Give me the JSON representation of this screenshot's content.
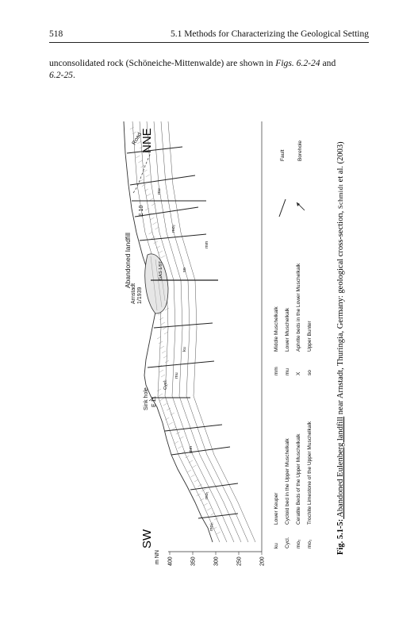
{
  "header": {
    "page_number": "518",
    "section": "5.1 Methods for Characterizing the Geological Setting"
  },
  "intro": {
    "text_before": "unconsolidated rock (Schöneiche-Mittenwalde) are shown in ",
    "figs_label": "Figs. 6.2-24",
    "text_and": " and",
    "figs_label2": "6.2-25",
    "text_end": "."
  },
  "figure": {
    "orientation_left": "SW",
    "orientation_right": "NNE",
    "axis": {
      "unit": "m NN",
      "ticks": [
        "400",
        "350",
        "300",
        "250",
        "200"
      ]
    },
    "labels": {
      "sink_hole": "Sink hole",
      "e11": "E 11",
      "e10": "E 10",
      "arnstadt": "Arnstadt",
      "arnstadt_year": "1/1939",
      "landfill": "Abandoned landfill",
      "road": "Road",
      "gas": "GAS 1/97"
    },
    "unit_marks": [
      "mo₂",
      "mo₁",
      "mm",
      "Cycl.",
      "mu",
      "ku",
      "so",
      "mo₂",
      "mu",
      "mm"
    ],
    "legend_left": [
      {
        "code": "ku",
        "desc": "Lower Keuper"
      },
      {
        "code": "Cycl.",
        "desc": "Cycloid bed in the Upper Muschelkalk"
      },
      {
        "code": "mo₂",
        "desc": "Ceratite Beds of the Upper Muschelkalk"
      },
      {
        "code": "mo₁",
        "desc": "Trochite Limestone of the Upper Muschelkalk"
      }
    ],
    "legend_mid": [
      {
        "code": "mm",
        "desc": "Middle Muschelkalk"
      },
      {
        "code": "mu",
        "desc": "Lower Muschelkalk"
      },
      {
        "code": "X",
        "desc": "Aphrite beds in the Lower Muschelkalk"
      },
      {
        "code": "so",
        "desc": "Upper Bunter"
      }
    ],
    "legend_right": [
      {
        "symbol": "line",
        "desc": "Fault"
      },
      {
        "symbol": "arrow",
        "desc": "Borehole"
      }
    ],
    "caption": {
      "label": "Fig. 5.1-5:",
      "text_underlined": " Abandoned Eulenberg landfill",
      "text_mid": " near Arnstadt, Thuringia, Germany: geological cross-section, ",
      "author": "Schmidt",
      "text_end": " et al. (2003)"
    }
  }
}
